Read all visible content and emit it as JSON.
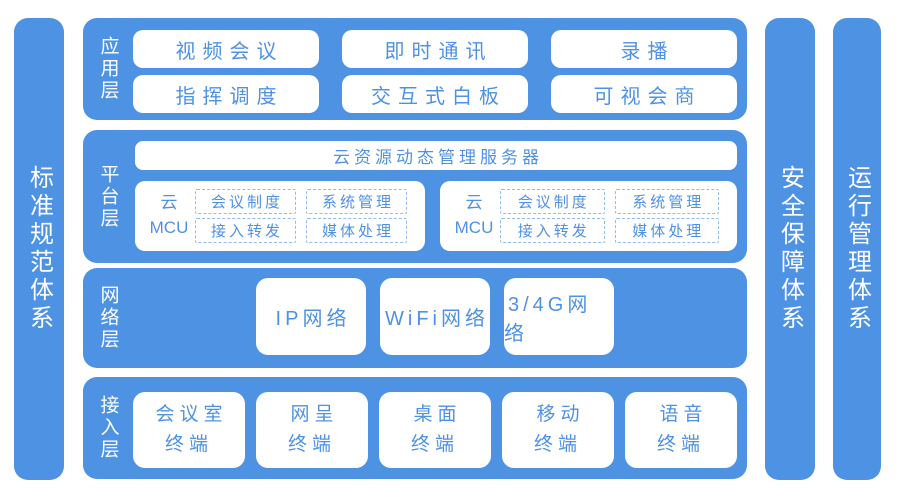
{
  "colors": {
    "primary_blue": "#4E92E4",
    "dashed_border": "#8FBCF0",
    "box_background": "#FFFFFF",
    "page_background": "#FFFFFF"
  },
  "pillars": {
    "left": {
      "label": "标准规范体系"
    },
    "right": [
      {
        "label": "安全保障体系"
      },
      {
        "label": "运行管理体系"
      }
    ]
  },
  "layers": {
    "application": {
      "label": "应用层",
      "items": [
        "视频会议",
        "即时通讯",
        "录播",
        "指挥调度",
        "交互式白板",
        "可视会商"
      ]
    },
    "platform": {
      "label": "平台层",
      "server": "云资源动态管理服务器",
      "mcu_groups": [
        {
          "label": "云\nMCU",
          "modules": [
            "会议制度",
            "系统管理",
            "接入转发",
            "媒体处理"
          ]
        },
        {
          "label": "云\nMCU",
          "modules": [
            "会议制度",
            "系统管理",
            "接入转发",
            "媒体处理"
          ]
        }
      ]
    },
    "network": {
      "label": "网络层",
      "items": [
        "IP网络",
        "WiFi网络",
        "3/4G网络"
      ]
    },
    "access": {
      "label": "接入层",
      "items": [
        "会议室\n终端",
        "网呈\n终端",
        "桌面\n终端",
        "移动\n终端",
        "语音\n终端"
      ]
    }
  }
}
